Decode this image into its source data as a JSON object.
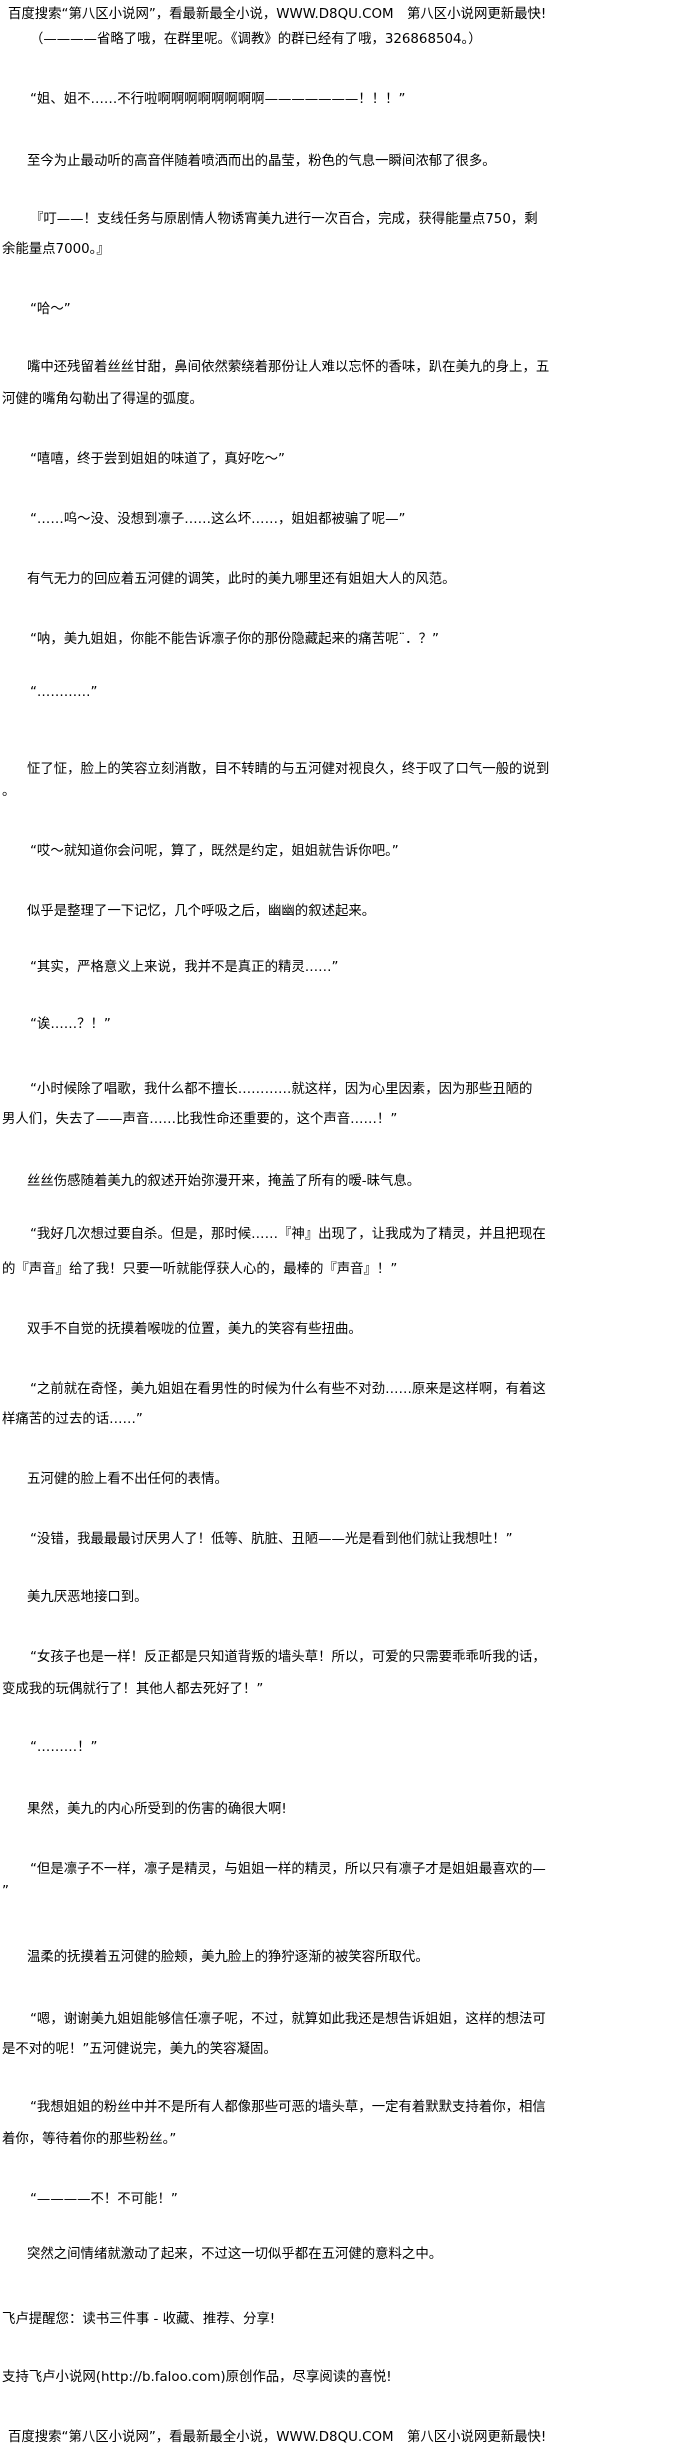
{
  "header": {
    "banner": "百度搜索“第八区小说网”，看最新最全小说，WWW.D8QU.COM　第八区小说网更新最快!",
    "note": "（————省略了哦，在群里呢。《调教》的群已经有了哦，326868504。）"
  },
  "paragraphs": [
    {
      "lines": [
        "“姐、姐不……不行啦啊啊啊啊啊啊啊啊———————！！！”"
      ]
    },
    {
      "lines": [
        "至今为止最动听的高音伴随着喷洒而出的晶莹，粉色的气息一瞬间浓郁了很多。"
      ]
    },
    {
      "lines": [
        "『叮——！支线任务与原剧情人物诱宵美九进行一次百合，完成，获得能量点750，剩",
        "余能量点7000。』"
      ]
    },
    {
      "lines": [
        "“哈～”"
      ]
    },
    {
      "lines": [
        "嘴中还残留着丝丝甘甜，鼻间依然萦绕着那份让人难以忘怀的香味，趴在美九的身上，五",
        "河健的嘴角勾勒出了得逞的弧度。"
      ]
    },
    {
      "lines": [
        "“嘻嘻，终于尝到姐姐的味道了，真好吃～”"
      ]
    },
    {
      "lines": [
        "“……呜～没、没想到凛子……这么坏……，姐姐都被骗了呢—”"
      ]
    },
    {
      "lines": [
        "有气无力的回应着五河健的调笑，此时的美九哪里还有姐姐大人的风范。"
      ]
    },
    {
      "lines": [
        "“呐，美九姐姐，你能不能告诉凛子你的那份隐藏起来的痛苦呢¨．？”"
      ]
    },
    {
      "lines": [
        "“…………”"
      ]
    },
    {
      "lines": [
        "怔了怔，脸上的笑容立刻消散，目不转睛的与五河健对视良久，终于叹了口气一般的说到",
        "。"
      ]
    },
    {
      "lines": [
        "“哎～就知道你会问呢，算了，既然是约定，姐姐就告诉你吧。”"
      ]
    },
    {
      "lines": [
        "似乎是整理了一下记忆，几个呼吸之后，幽幽的叙述起来。"
      ]
    },
    {
      "lines": [
        "“其实，严格意义上来说，我并不是真正的精灵……”"
      ]
    },
    {
      "lines": [
        "“诶……？！”"
      ]
    },
    {
      "lines": [
        "“小时候除了唱歌，我什么都不擅长…………就这样，因为心里因素，因为那些丑陋的",
        "男人们，失去了——声音……比我性命还重要的，这个声音……！”"
      ]
    },
    {
      "lines": [
        "丝丝伤感随着美九的叙述开始弥漫开来，掩盖了所有的暧-昧气息。"
      ]
    },
    {
      "lines": [
        "“我好几次想过要自杀。但是，那时候……『神』出现了，让我成为了精灵，并且把现在",
        "的『声音』给了我！只要一听就能俘获人心的，最棒的『声音』！”"
      ]
    },
    {
      "lines": [
        "双手不自觉的抚摸着喉咙的位置，美九的笑容有些扭曲。"
      ]
    },
    {
      "lines": [
        "“之前就在奇怪，美九姐姐在看男性的时候为什么有些不对劲……原来是这样啊，有着这",
        "样痛苦的过去的话……”"
      ]
    },
    {
      "lines": [
        "五河健的脸上看不出任何的表情。"
      ]
    },
    {
      "lines": [
        "“没错，我最最最讨厌男人了！低等、肮脏、丑陋——光是看到他们就让我想吐！”"
      ]
    },
    {
      "lines": [
        "美九厌恶地接口到。"
      ]
    },
    {
      "lines": [
        "“女孩子也是一样！反正都是只知道背叛的墙头草！所以，可爱的只需要乖乖听我的话，",
        "变成我的玩偶就行了！其他人都去死好了！”"
      ]
    },
    {
      "lines": [
        "“………！”"
      ]
    },
    {
      "lines": [
        "果然，美九的内心所受到的伤害的确很大啊!"
      ]
    },
    {
      "lines": [
        "“但是凛子不一样，凛子是精灵，与姐姐一样的精灵，所以只有凛子才是姐姐最喜欢的—",
        "”"
      ]
    },
    {
      "lines": [
        "温柔的抚摸着五河健的脸颊，美九脸上的狰狞逐渐的被笑容所取代。"
      ]
    },
    {
      "lines": [
        "“嗯，谢谢美九姐姐能够信任凛子呢，不过，就算如此我还是想告诉姐姐，这样的想法可",
        "是不对的呢！”五河健说完，美九的笑容凝固。"
      ]
    },
    {
      "lines": [
        "“我想姐姐的粉丝中并不是所有人都像那些可恶的墙头草，一定有着默默支持着你，相信",
        "着你，等待着你的那些粉丝。”"
      ]
    },
    {
      "lines": [
        "“————不！不可能！”"
      ]
    },
    {
      "lines": [
        "突然之间情绪就激动了起来，不过这一切似乎都在五河健的意料之中。"
      ]
    }
  ],
  "footer": {
    "reminder": "飞卢提醒您：读书三件事 - 收藏、推荐、分享!",
    "support": "支持飞卢小说网(http://b.faloo.com)原创作品，尽享阅读的喜悦!",
    "banner": "百度搜索“第八区小说网”，看最新最全小说，WWW.D8QU.COM　第八区小说网更新最快!"
  }
}
